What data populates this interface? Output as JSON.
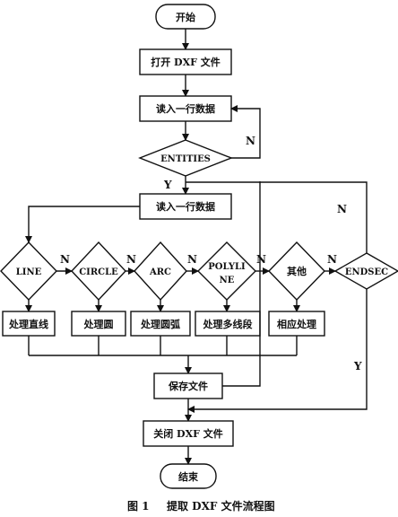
{
  "start": "开始",
  "open_file": "打开 DXF 文件",
  "read_line_1": "读入一行数据",
  "entities_check": "ENTITIES",
  "read_line_2": "读入一行数据",
  "checks": {
    "line": "LINE",
    "circle": "CIRCLE",
    "arc": "ARC",
    "polyline_1": "POLYLI",
    "polyline_2": "NE",
    "other": "其他",
    "endsec": "ENDSEC"
  },
  "process": {
    "line": "处理直线",
    "circle": "处理圆",
    "arc": "处理圆弧",
    "polyline": "处理多线段",
    "other": "相应处理"
  },
  "save_file": "保存文件",
  "close_file": "关闭 DXF 文件",
  "end": "结束",
  "flags": {
    "yes": "Y",
    "no": "N"
  },
  "caption": {
    "number": "图 1",
    "title": "提取 DXF 文件流程图"
  }
}
